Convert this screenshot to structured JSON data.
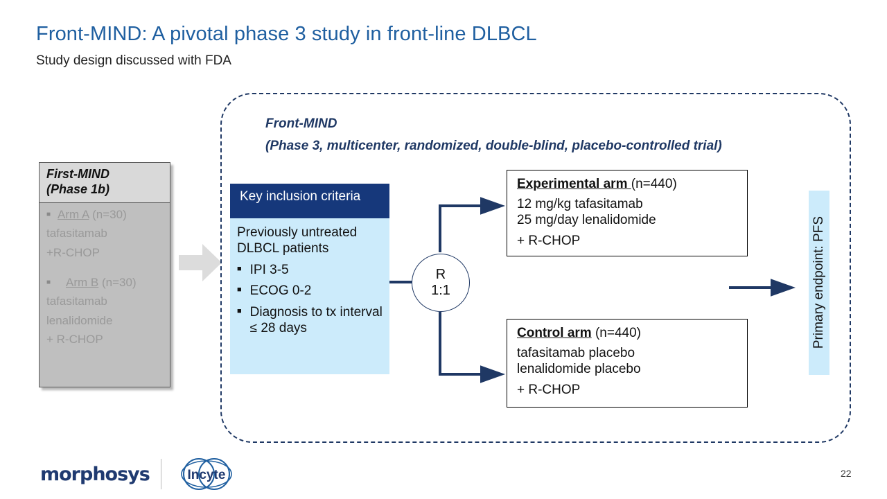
{
  "slide": {
    "title": "Front-MIND: A pivotal phase 3 study in front-line DLBCL",
    "subtitle": "Study design discussed with FDA",
    "page_number": "22"
  },
  "colors": {
    "title_blue": "#1F5FA0",
    "navy": "#1F3864",
    "header_navy": "#16387B",
    "light_blue": "#CCEBFB",
    "gray_body": "#BFBFBF",
    "gray_head": "#D9D9D9",
    "gray_text": "#999999"
  },
  "first_mind": {
    "title": "First-MIND",
    "phase": "(Phase 1b)",
    "arms": [
      {
        "bullet": "square-bullet",
        "label": "Arm A",
        "n": "(n=30)",
        "lines": [
          "tafasitamab",
          "+R-CHOP"
        ]
      },
      {
        "bullet": "square-bullet",
        "label": "Arm B",
        "n": "(n=30)",
        "lines": [
          "tafasitamab",
          "lenalidomide",
          "+ R-CHOP"
        ]
      }
    ]
  },
  "front_mind": {
    "title": "Front-MIND",
    "descriptor": "(Phase 3, multicenter, randomized, double-blind, placebo-controlled trial)"
  },
  "inclusion": {
    "header": "Key inclusion criteria",
    "intro": "Previously untreated DLBCL patients",
    "items": [
      "IPI 3-5",
      "ECOG 0-2",
      "Diagnosis to tx interval ≤ 28 days"
    ]
  },
  "randomization": {
    "label": "R",
    "ratio": "1:1"
  },
  "arms": {
    "experimental": {
      "name": "Experimental arm ",
      "n": "(n=440)",
      "dose_lines": [
        "12 mg/kg tafasitamab",
        "25 mg/day lenalidomide"
      ],
      "backbone": "+ R-CHOP"
    },
    "control": {
      "name": "Control arm",
      "n": " (n=440)",
      "dose_lines": [
        "tafasitamab placebo",
        "lenalidomide placebo"
      ],
      "backbone": "+ R-CHOP"
    }
  },
  "endpoint": {
    "label": "Primary endpoint: PFS"
  },
  "footer": {
    "logo_morphosys": "morphosys",
    "logo_incyte": "Incyte"
  }
}
